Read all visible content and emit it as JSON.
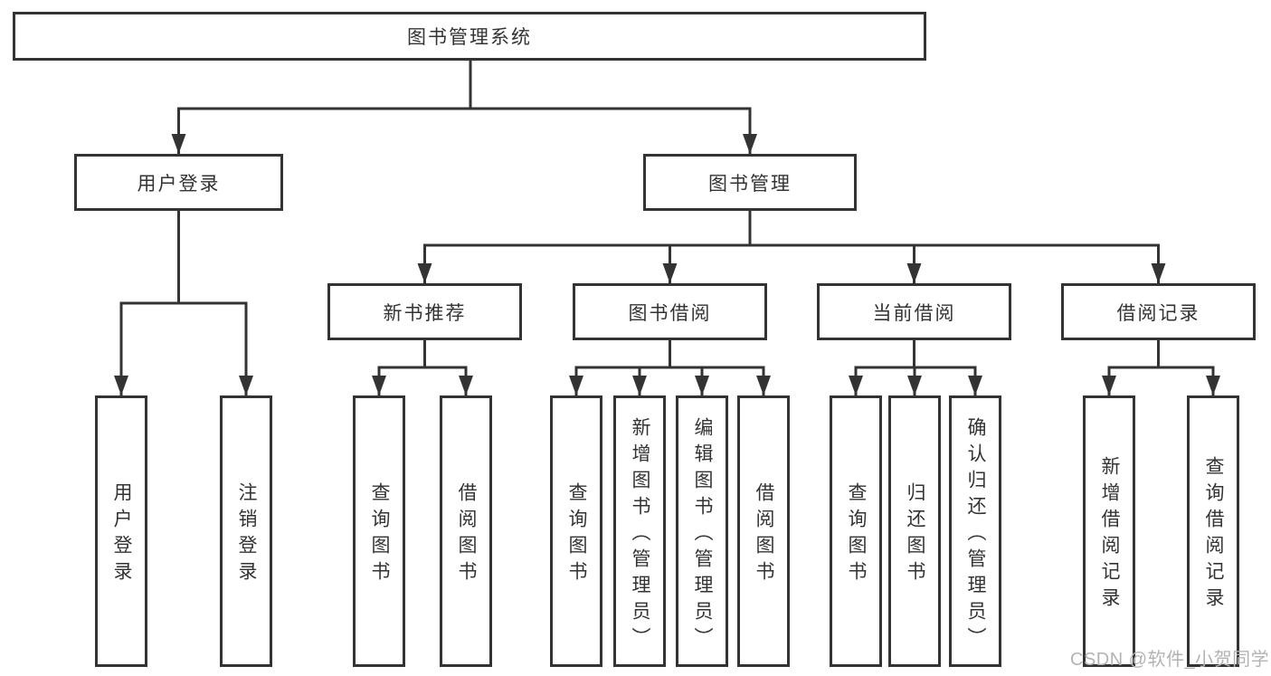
{
  "diagram": {
    "root_label": "图书管理系统",
    "branches": [
      {
        "label": "用户登录",
        "leaves": [
          "用户登录",
          "注销登录"
        ]
      },
      {
        "label": "图书管理",
        "groups": [
          {
            "label": "新书推荐",
            "leaves": [
              "查询图书",
              "借阅图书"
            ]
          },
          {
            "label": "图书借阅",
            "leaves": [
              "查询图书",
              "新增图书（管理员）",
              "编辑图书（管理员）",
              "借阅图书"
            ]
          },
          {
            "label": "当前借阅",
            "leaves": [
              "查询图书",
              "归还图书",
              "确认归还（管理员）"
            ]
          },
          {
            "label": "借阅记录",
            "leaves": [
              "新增借阅记录",
              "查询借阅记录"
            ]
          }
        ]
      }
    ]
  },
  "watermark": {
    "text": "CSDN @软件_小贺同学"
  },
  "colors": {
    "line": "#333333",
    "box_border": "#333333",
    "text": "#333333",
    "watermark": "#b3b3b3",
    "background": "#ffffff"
  }
}
